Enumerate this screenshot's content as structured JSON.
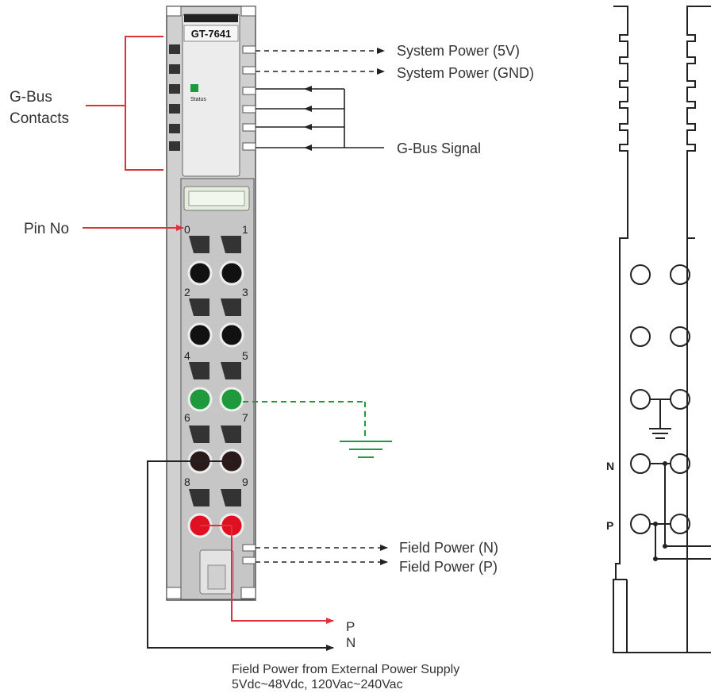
{
  "module": {
    "model": "GT-7641",
    "status_label": "Status",
    "pin_numbers": [
      "0",
      "1",
      "2",
      "3",
      "4",
      "5",
      "6",
      "7",
      "8",
      "9"
    ]
  },
  "labels": {
    "gbus_contacts_line1": "G-Bus",
    "gbus_contacts_line2": "Contacts",
    "pin_no": "Pin No",
    "system_power_5v": "System Power (5V)",
    "system_power_gnd": "System Power (GND)",
    "gbus_signal": "G-Bus Signal",
    "field_power_n": "Field Power (N)",
    "field_power_p": "Field Power (P)",
    "supply_p": "P",
    "supply_n": "N",
    "field_supply_line1": "Field Power from External Power Supply",
    "field_supply_line2": "5Vdc~48Vdc, 120Vac~240Vac",
    "schematic_n": "N",
    "schematic_p": "P"
  },
  "colors": {
    "callout_red": "#e0303a",
    "ground_green": "#1e9a3c",
    "status_led": "#1a9a3a",
    "module_body": "#c8c8c8"
  }
}
